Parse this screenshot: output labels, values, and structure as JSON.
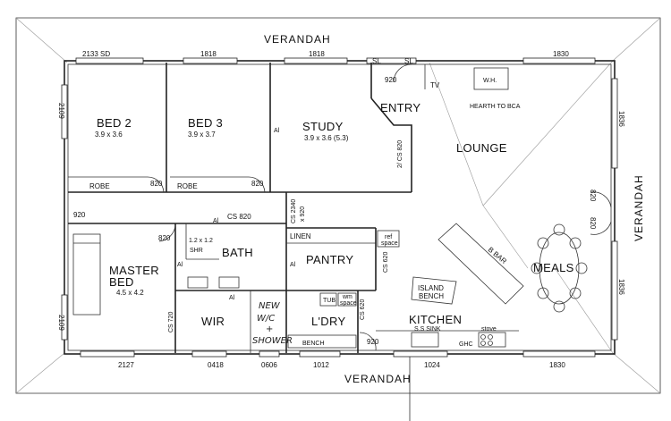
{
  "labels": {
    "verandah_top": "VERANDAH",
    "verandah_bottom": "VERANDAH",
    "verandah_right": "VERANDAH",
    "bed2": "BED 2",
    "bed2_size": "3.9 x 3.6",
    "bed3": "BED 3",
    "bed3_size": "3.9 x 3.7",
    "study": "STUDY",
    "study_size": "3.9 x 3.6 (5.3)",
    "entry": "ENTRY",
    "lounge": "LOUNGE",
    "master": "MASTER",
    "master2": "BED",
    "master_size": "4.5 x 4.2",
    "bath": "BATH",
    "pantry": "PANTRY",
    "wir": "WIR",
    "ldry": "L'DRY",
    "kitchen": "KITCHEN",
    "meals": "MEALS",
    "island": "ISLAND",
    "island2": "BENCH",
    "bbar": "B BAR",
    "robe1": "ROBE",
    "robe2": "ROBE",
    "linen": "LINEN",
    "bench": "BENCH",
    "tv": "TV",
    "wh": "W.H.",
    "hearth": "HEARTH TO BCA",
    "shr_size": "1.2 x 1.2",
    "shr": "SHR",
    "tub": "TUB",
    "wm": "wm",
    "wm2": "space",
    "ref": "ref",
    "ref2": "space",
    "sink": "S.S SINK",
    "stove": "stove",
    "ghc": "GHC",
    "al_study": "Al",
    "al_hall": "Al",
    "al_bath": "Al",
    "al_wir": "Al",
    "al_pantry": "Al",
    "handwritten1": "NEW",
    "handwritten2": "W/C",
    "handwritten3": "+",
    "handwritten4": "SHOWER"
  },
  "dims": {
    "top_w1": "2133 SD",
    "top_w2": "1818",
    "top_w3": "1818",
    "top_sl1": "SL",
    "top_sl2": "SL",
    "top_w4": "1830",
    "left_top": "2109",
    "left_bottom": "2109",
    "right_top": "1836",
    "right_bottom": "1836",
    "bot_w1": "2127",
    "bot_w2": "0418",
    "bot_w3": "0606",
    "bot_w4": "1012",
    "bot_w5": "1024",
    "bot_w6": "1830",
    "d_entry": "920",
    "d_bed2": "820",
    "d_bed3": "820",
    "d_hall": "920",
    "d_master": "820",
    "d_lounge_right": "820",
    "d_meals_right": "820",
    "d_ldry": "920",
    "cs_bath": "CS 820",
    "cs_entry": "2/ CS 820",
    "cs_hall": "CS 2340",
    "cs_hall2": "x 920",
    "cs_pantry": "CS 620",
    "cs_wm": "CS 620",
    "cs_wir": "CS 720"
  }
}
